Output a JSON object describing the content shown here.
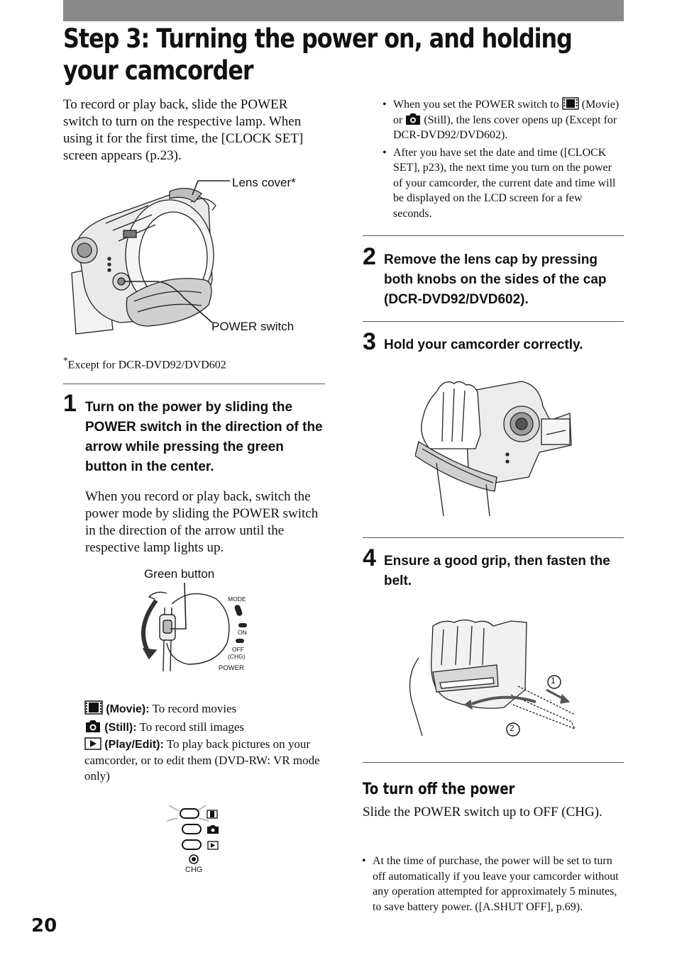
{
  "header": {
    "title": "Step 3: Turning the power on, and holding your camcorder"
  },
  "left": {
    "intro": "To record or play back, slide the POWER switch to turn on the respective lamp. When using it for the first time, the [CLOCK SET] screen appears (p.23).",
    "fig1": {
      "lens_cover_label": "Lens cover*",
      "power_switch_label": "POWER switch"
    },
    "footnote_mark": "*",
    "footnote": "Except for DCR-DVD92/DVD602",
    "step1": {
      "number": "1",
      "heading": "Turn on the power by sliding the POWER switch in the direction of the arrow while pressing the green button in the center.",
      "body": "When you record or play back, switch the power mode by sliding the POWER switch in the direction of the arrow until the respective lamp lights up."
    },
    "fig2": {
      "green_button_label": "Green button",
      "mode": "MODE",
      "on": "ON",
      "off": "OFF",
      "chg_paren": "(CHG)",
      "power": "POWER"
    },
    "modes": {
      "movie_label": "(Movie):",
      "movie_text": "To record movies",
      "still_label": "(Still):",
      "still_text": "To record still images",
      "play_label": "(Play/Edit):",
      "play_text": "To play back pictures on your camcorder, or to edit them (DVD-RW: VR mode only)"
    },
    "fig3": {
      "chg": "CHG"
    }
  },
  "right": {
    "bullet1_a": "When you set the POWER switch to",
    "bullet1_b": "(Movie) or",
    "bullet1_c": "(Still), the lens cover opens up (Except for DCR-DVD92/DVD602).",
    "bullet2": "After you have set the date and time ([CLOCK SET], p23), the next time you turn on the power of your camcorder, the current date and time will be displayed on the LCD screen for a few seconds.",
    "step2": {
      "number": "2",
      "heading": "Remove the lens cap by pressing both knobs on the sides of the cap (DCR-DVD92/DVD602)."
    },
    "step3": {
      "number": "3",
      "heading": "Hold your camcorder correctly."
    },
    "step4": {
      "number": "4",
      "heading": "Ensure a good grip, then fasten the belt."
    },
    "fig5": {
      "callout1": "1",
      "callout2": "2"
    },
    "turn_off": {
      "heading": "To turn off the power",
      "body": "Slide the POWER switch up to OFF (CHG).",
      "note": "At the time of purchase, the power will be set to turn off automatically if you leave your camcorder without any operation attempted for approximately 5 minutes, to save battery power. ([A.SHUT OFF], p.69)."
    }
  },
  "footer": {
    "page_number": "20"
  },
  "colors": {
    "header_bar": "#8a8a8a",
    "text": "#111111",
    "rule": "#555555"
  },
  "icons": [
    "movie-icon",
    "still-camera-icon",
    "play-edit-icon"
  ]
}
